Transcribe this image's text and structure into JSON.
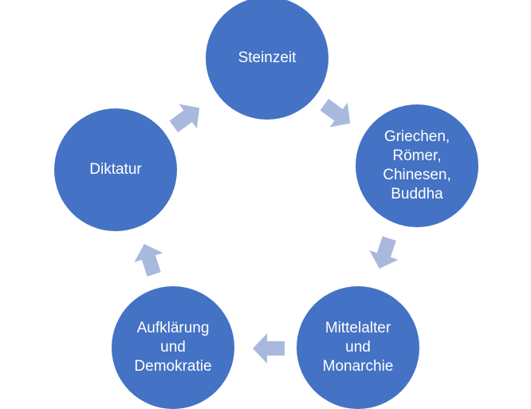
{
  "colors": {
    "node_fill": "#4472c4",
    "node_text": "#ffffff",
    "arrow_fill": "#a9b9dd"
  },
  "nodes": [
    {
      "id": "steinzeit",
      "label": "Steinzeit"
    },
    {
      "id": "griechen",
      "label": "Griechen,\nRömer,\nChinesen,\nBuddha"
    },
    {
      "id": "mittelalter",
      "label": "Mittelalter\nund\nMonarchie"
    },
    {
      "id": "aufklaerung",
      "label": "Aufklärung\nund\nDemokratie"
    },
    {
      "id": "diktatur",
      "label": "Diktatur"
    }
  ],
  "arrows": [
    {
      "from": "steinzeit",
      "to": "griechen",
      "icon": "arrow-right-icon"
    },
    {
      "from": "griechen",
      "to": "mittelalter",
      "icon": "arrow-right-icon"
    },
    {
      "from": "mittelalter",
      "to": "aufklaerung",
      "icon": "arrow-right-icon"
    },
    {
      "from": "aufklaerung",
      "to": "diktatur",
      "icon": "arrow-right-icon"
    },
    {
      "from": "diktatur",
      "to": "steinzeit",
      "icon": "arrow-right-icon"
    }
  ]
}
